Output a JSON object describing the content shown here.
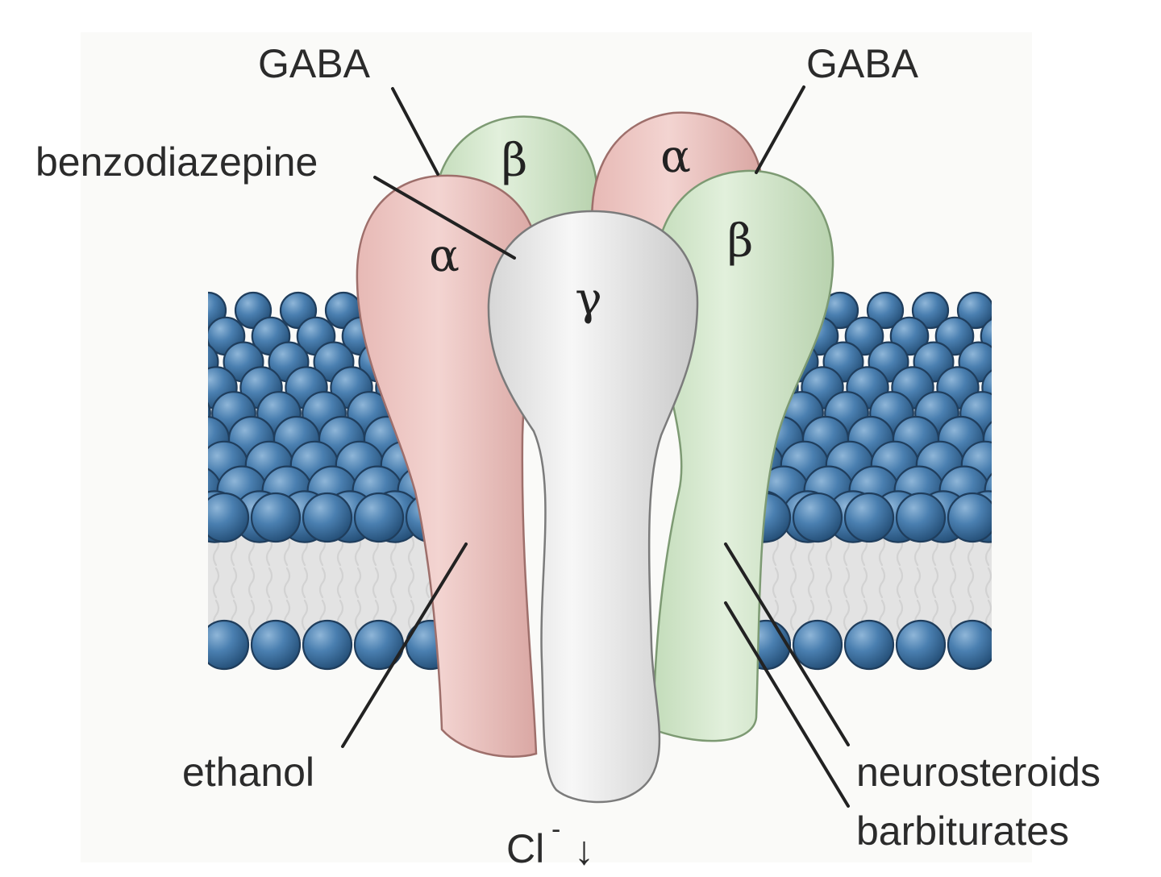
{
  "labels": {
    "gaba_left": "GABA",
    "gaba_right": "GABA",
    "benzodiazepine": "benzodiazepine",
    "ethanol": "ethanol",
    "neurosteroids": "neurosteroids",
    "barbiturates": "barbiturates",
    "chloride": "Cl",
    "chloride_charge": "-",
    "chloride_arrow": "↓"
  },
  "subunits": {
    "back_left": "β",
    "back_right": "α",
    "front_left": "α",
    "center": "γ",
    "front_right": "β"
  },
  "colors": {
    "alpha_fill": "#efc7c4",
    "beta_fill": "#d3e6cc",
    "gamma_fill": "#e6e6e6",
    "lipid_head": "#4a7fb0",
    "lipid_tail_band": "#e3e3e3",
    "background_panel": "#fafaf8"
  }
}
